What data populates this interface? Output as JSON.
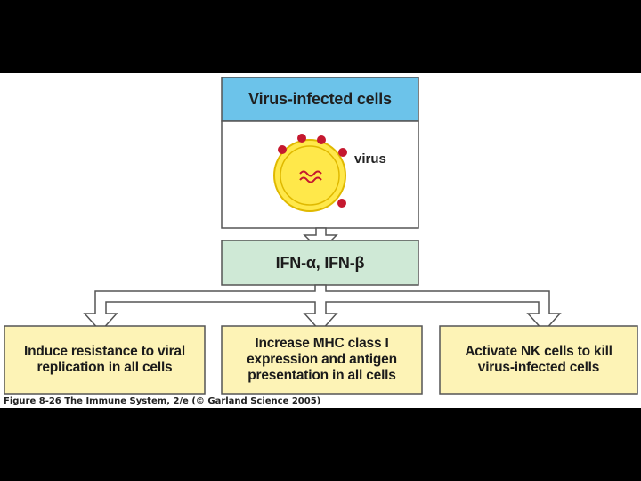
{
  "diagram": {
    "header": "Virus-infected cells",
    "virus_label": "virus",
    "ifn_label": "IFN-α, IFN-β",
    "outcomes": [
      "Induce resistance to viral\nreplication in all cells",
      "Increase MHC class I\nexpression and antigen\npresentation in all cells",
      "Activate NK cells to kill\nvirus-infected cells"
    ],
    "caption": "Figure 8-26 The Immune System, 2/e (© Garland Science 2005)"
  },
  "colors": {
    "header_fill": "#6cc3ea",
    "ifn_fill": "#cfe9d6",
    "outcome_fill": "#fdf3b6",
    "cell_fill": "#ffe84a",
    "virion": "#c5182f"
  }
}
